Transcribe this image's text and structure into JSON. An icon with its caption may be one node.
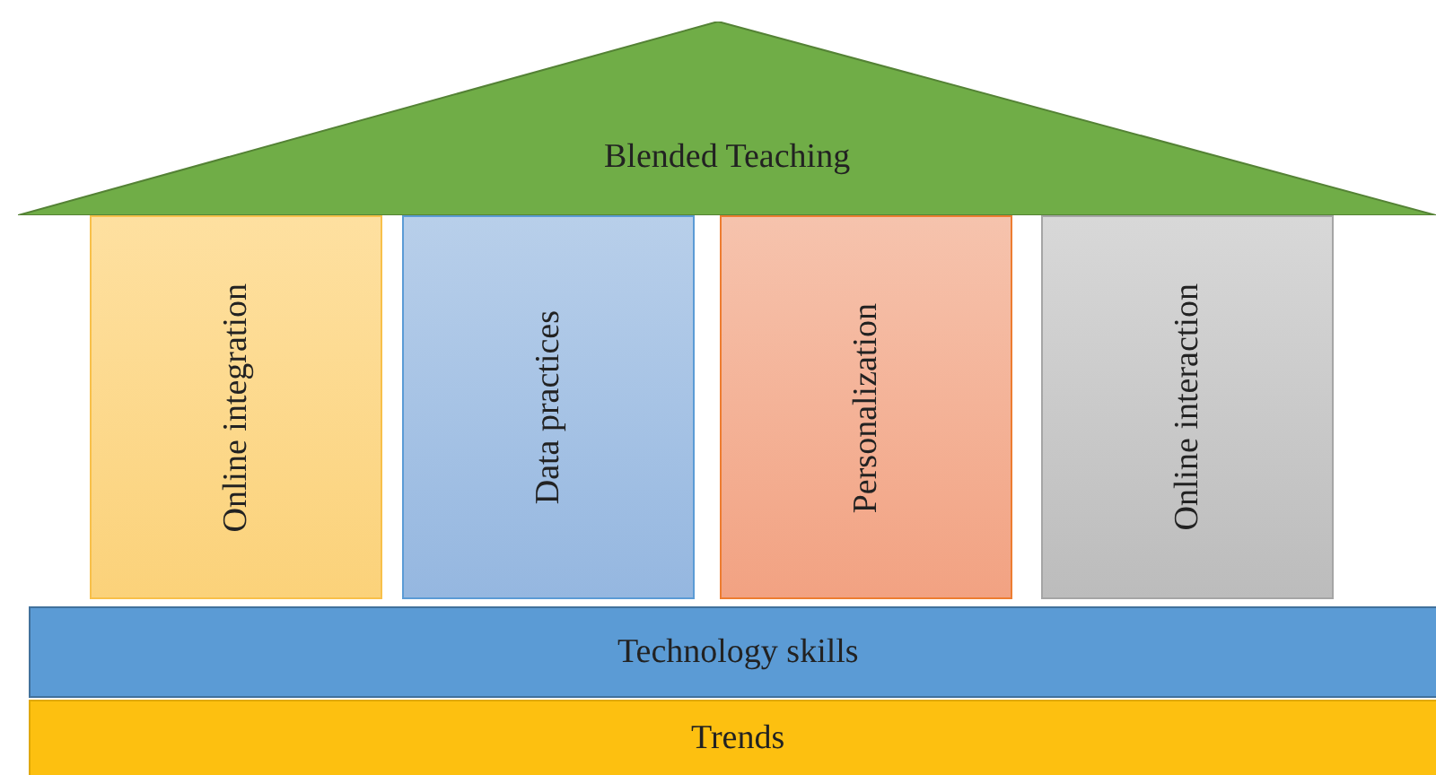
{
  "diagram": {
    "nodes": [
      {
        "text": [
          "Blended Teaching"
        ]
      },
      {
        "text": [
          "Online integration"
        ]
      },
      {
        "text": [
          "Data practices"
        ]
      },
      {
        "text": [
          "Personalization"
        ]
      },
      {
        "text": [
          "Online interaction"
        ]
      },
      {
        "text": [
          "Technology skills"
        ]
      },
      {
        "text": [
          "Trends"
        ]
      }
    ]
  }
}
